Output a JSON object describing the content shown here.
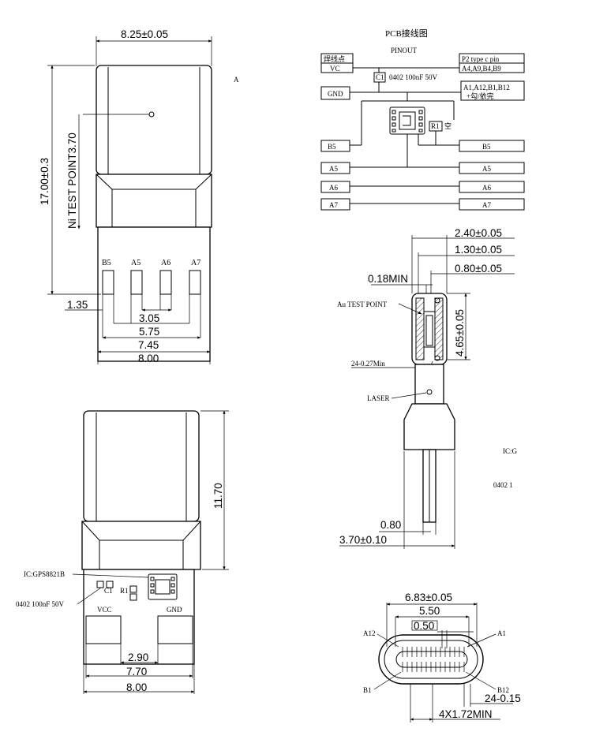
{
  "top_view": {
    "width_top": "8.25±0.05",
    "height": "17.00±0.3",
    "test_point": "Ni TEST POINT3.70",
    "pins": [
      "B5",
      "A5",
      "A6",
      "A7"
    ],
    "dims": [
      "1.35",
      "3.05",
      "5.75",
      "7.45",
      "8.00"
    ],
    "mark_a": "A"
  },
  "pinout": {
    "title": "PCB接线图",
    "subtitle": "PINOUT",
    "col_left": "焊线点",
    "col_right": "P2 type c pin",
    "vc_label": "VC",
    "vc_pins": "A4,A9,B4,B9",
    "c1": "C1",
    "cap": "0402 100nF 50V",
    "gnd": "GND",
    "gnd_pins": "A1,A12,B1,B12",
    "gnd_note": "+勾/依完",
    "r1": "R1",
    "r1_suffix": "空",
    "rows": [
      {
        "left": "B5",
        "right": "B5"
      },
      {
        "left": "A5",
        "right": "A5"
      },
      {
        "left": "A6",
        "right": "A6"
      },
      {
        "left": "A7",
        "right": "A7"
      }
    ]
  },
  "side_view": {
    "dims": [
      "2.40±0.05",
      "1.30±0.05",
      "0.80±0.05",
      "0.18MIN",
      "4.65±0.05",
      "24-0.27Min",
      "0.80",
      "3.70±0.10"
    ],
    "au_test_point": "Au TEST POINT",
    "laser": "LASER",
    "ic": "IC:G",
    "r_0402": "0402 1"
  },
  "bottom_view": {
    "height": "11.70",
    "ic_label": "IC:GPS8821B",
    "cap_label": "0402 100nF 50V",
    "c1": "C1",
    "r1": "R1",
    "vcc": "VCC",
    "gnd": "GND",
    "dims": [
      "2.90",
      "7.70",
      "8.00"
    ]
  },
  "end_view": {
    "dims": [
      "6.83±0.05",
      "5.50",
      "0.50",
      "24-0.15",
      "4X1.72MIN"
    ],
    "pins": [
      "A12",
      "A1",
      "B1",
      "B12"
    ]
  }
}
